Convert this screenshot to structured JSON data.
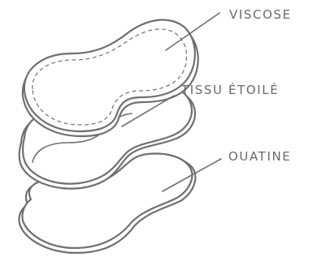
{
  "layers": [
    {
      "id": "viscose",
      "label": "VISCOSE"
    },
    {
      "id": "tissu-etoile",
      "label": "TISSU ÉTOILÉ"
    },
    {
      "id": "ouatine",
      "label": "OUATINE"
    }
  ],
  "colors": {
    "stroke": "#6f6f6f",
    "text": "#6a6a6a",
    "background": "#ffffff"
  }
}
